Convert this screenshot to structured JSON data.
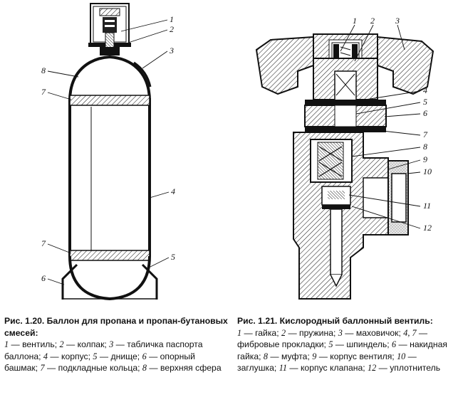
{
  "figure1": {
    "callouts": [
      "1",
      "2",
      "3",
      "4",
      "5",
      "6",
      "7",
      "7",
      "8"
    ],
    "caption_title": "Рис. 1.20. Баллон для пропана и пропан-бутановых смесей:",
    "legend": [
      {
        "num": "1",
        "text": "вентиль;"
      },
      {
        "num": "2",
        "text": "колпак;"
      },
      {
        "num": "3",
        "text": "табличка паспорта баллона;"
      },
      {
        "num": "4",
        "text": "корпус;"
      },
      {
        "num": "5",
        "text": "днище;"
      },
      {
        "num": "6",
        "text": "опорный башмак;"
      },
      {
        "num": "7",
        "text": "подкладные кольца;"
      },
      {
        "num": "8",
        "text": "верхняя сфера"
      }
    ]
  },
  "figure2": {
    "callouts": [
      "1",
      "2",
      "3",
      "4",
      "5",
      "6",
      "7",
      "8",
      "9",
      "10",
      "11",
      "12"
    ],
    "caption_title": "Рис. 1.21. Кислородный баллонный вентиль:",
    "legend": [
      {
        "num": "1",
        "text": "гайка;"
      },
      {
        "num": "2",
        "text": "пружина;"
      },
      {
        "num": "3",
        "text": "маховичок;"
      },
      {
        "num": "4, 7",
        "text": "фибровые прокладки;"
      },
      {
        "num": "5",
        "text": "шпиндель;"
      },
      {
        "num": "6",
        "text": "накидная гайка;"
      },
      {
        "num": "8",
        "text": "муфта;"
      },
      {
        "num": "9",
        "text": "корпус вентиля;"
      },
      {
        "num": "10",
        "text": "заглушка;"
      },
      {
        "num": "11",
        "text": "корпус клапана;"
      },
      {
        "num": "12",
        "text": "уплотнитель"
      }
    ]
  }
}
